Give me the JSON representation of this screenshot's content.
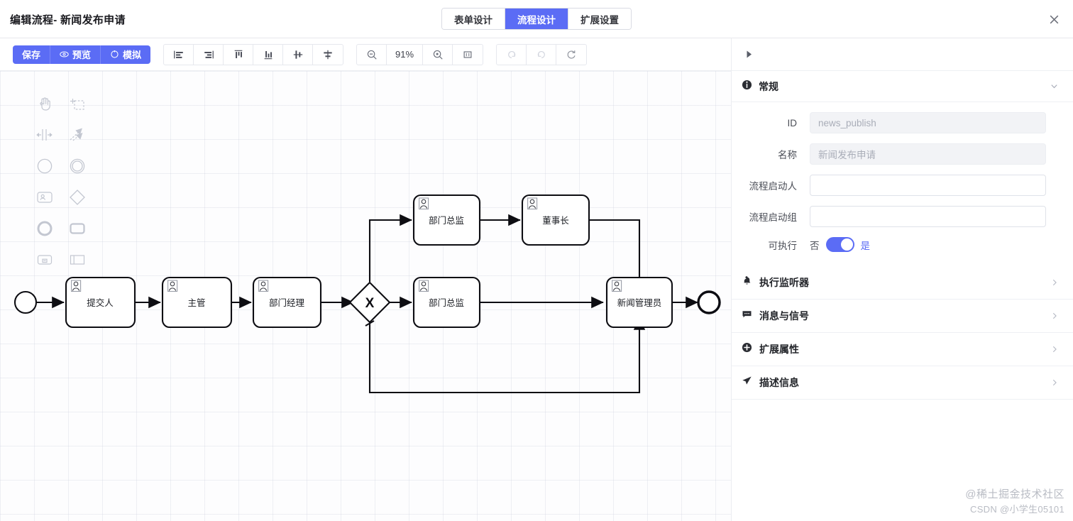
{
  "header": {
    "title": "编辑流程- 新闻发布申请",
    "tabs": [
      {
        "label": "表单设计",
        "active": false
      },
      {
        "label": "流程设计",
        "active": true
      },
      {
        "label": "扩展设置",
        "active": false
      }
    ],
    "close_icon": "close-icon"
  },
  "toolbar": {
    "save_label": "保存",
    "preview_label": "预览",
    "simulate_label": "模拟",
    "align_tools": [
      {
        "name": "align-left-icon",
        "title": "左对齐"
      },
      {
        "name": "align-right-icon",
        "title": "右对齐"
      },
      {
        "name": "align-top-icon",
        "title": "顶部对齐"
      },
      {
        "name": "align-bottom-icon",
        "title": "底部对齐"
      },
      {
        "name": "align-center-horizontal-icon",
        "title": "水平居中"
      },
      {
        "name": "align-center-vertical-icon",
        "title": "垂直居中"
      }
    ],
    "zoom_out_icon": "zoom-out-icon",
    "zoom_level": "91%",
    "zoom_in_icon": "zoom-in-icon",
    "fit_icon": "fit-viewport-icon",
    "undo_icon": "undo-icon",
    "redo_icon": "redo-icon",
    "reset_icon": "reset-icon"
  },
  "palette": {
    "tools": [
      {
        "name": "hand-tool-icon",
        "label": "抓手工具"
      },
      {
        "name": "lasso-tool-icon",
        "label": "套索工具"
      },
      {
        "name": "space-tool-icon",
        "label": "空间工具"
      },
      {
        "name": "connect-tool-icon",
        "label": "连线工具"
      },
      {
        "name": "start-event-icon",
        "label": "开始事件"
      },
      {
        "name": "intermediate-event-icon",
        "label": "中间事件"
      },
      {
        "name": "user-task-icon",
        "label": "用户任务"
      },
      {
        "name": "gateway-icon",
        "label": "网关"
      },
      {
        "name": "end-event-icon",
        "label": "结束事件"
      },
      {
        "name": "task-icon",
        "label": "任务"
      },
      {
        "name": "subprocess-icon",
        "label": "子流程"
      },
      {
        "name": "data-object-icon",
        "label": "数据对象"
      }
    ]
  },
  "diagram": {
    "start_event": {
      "name": "start-event",
      "label": ""
    },
    "end_event": {
      "name": "end-event",
      "label": ""
    },
    "gateway": {
      "name": "exclusive-gateway",
      "symbol": "X"
    },
    "nodes": [
      {
        "id": "n1",
        "label": "提交人",
        "type": "user-task"
      },
      {
        "id": "n2",
        "label": "主管",
        "type": "user-task"
      },
      {
        "id": "n3",
        "label": "部门经理",
        "type": "user-task"
      },
      {
        "id": "n4",
        "label": "部门总监",
        "type": "user-task"
      },
      {
        "id": "n5",
        "label": "董事长",
        "type": "user-task"
      },
      {
        "id": "n6",
        "label": "部门总监",
        "type": "user-task"
      },
      {
        "id": "n7",
        "label": "新闻管理员",
        "type": "user-task"
      }
    ]
  },
  "panel": {
    "collapse_icon": "collapse-panel-icon",
    "general": {
      "icon": "info-icon",
      "title": "常规",
      "chevron": "chevron-down-icon",
      "fields": [
        {
          "label": "ID",
          "value": "news_publish",
          "placeholder": "",
          "readonly": true
        },
        {
          "label": "名称",
          "value": "新闻发布申请",
          "placeholder": "",
          "readonly": true
        },
        {
          "label": "流程启动人",
          "value": "",
          "placeholder": "",
          "readonly": false
        },
        {
          "label": "流程启动组",
          "value": "",
          "placeholder": "",
          "readonly": false
        }
      ],
      "executable": {
        "label": "可执行",
        "off_label": "否",
        "on_label": "是",
        "value": true
      }
    },
    "sections": [
      {
        "icon": "bell-icon",
        "title": "执行监听器",
        "chevron": "chevron-right-icon"
      },
      {
        "icon": "message-icon",
        "title": "消息与信号",
        "chevron": "chevron-right-icon"
      },
      {
        "icon": "plus-circle-icon",
        "title": "扩展属性",
        "chevron": "chevron-right-icon"
      },
      {
        "icon": "send-icon",
        "title": "描述信息",
        "chevron": "chevron-right-icon"
      }
    ]
  },
  "watermark": {
    "line1": "@稀土掘金技术社区",
    "line2": "CSDN @小学生05101"
  },
  "colors": {
    "accent": "#5b6cf5",
    "canvas_bg": "#fdfdfe",
    "text": "#222429"
  }
}
